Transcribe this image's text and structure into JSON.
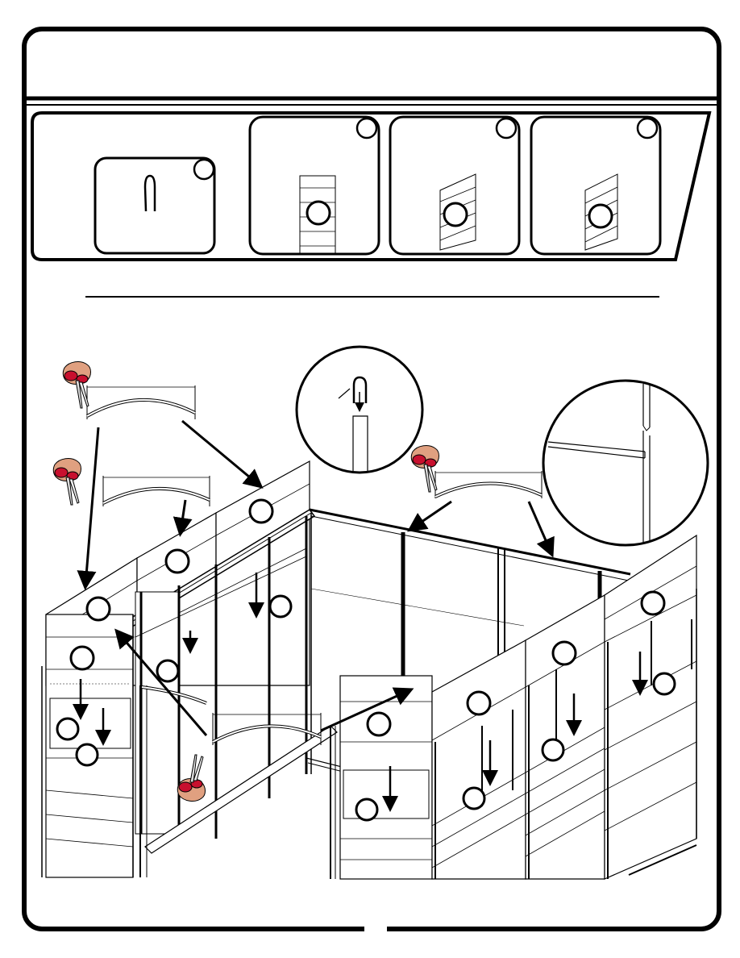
{
  "page": {
    "header_title": "",
    "section_heading": "",
    "page_number": ""
  },
  "parts_panel": {
    "callouts": [
      {
        "id": "staple-part",
        "label": "",
        "icon": "staple-icon"
      },
      {
        "id": "panel-part-a",
        "label": "",
        "icon": "siding-panel-icon"
      },
      {
        "id": "panel-part-b",
        "label": "",
        "icon": "siding-panel-icon"
      },
      {
        "id": "panel-part-c",
        "label": "",
        "icon": "siding-panel-icon"
      }
    ]
  },
  "diagram": {
    "description_icons": [
      "scissors-icon",
      "trim-strip-icon",
      "staple-detail-icon",
      "corner-detail-icon",
      "down-arrow-icon"
    ],
    "callout_labels": []
  },
  "colors": {
    "ink": "#000000",
    "paper": "#ffffff",
    "scissor_handle": "#c8102e"
  }
}
